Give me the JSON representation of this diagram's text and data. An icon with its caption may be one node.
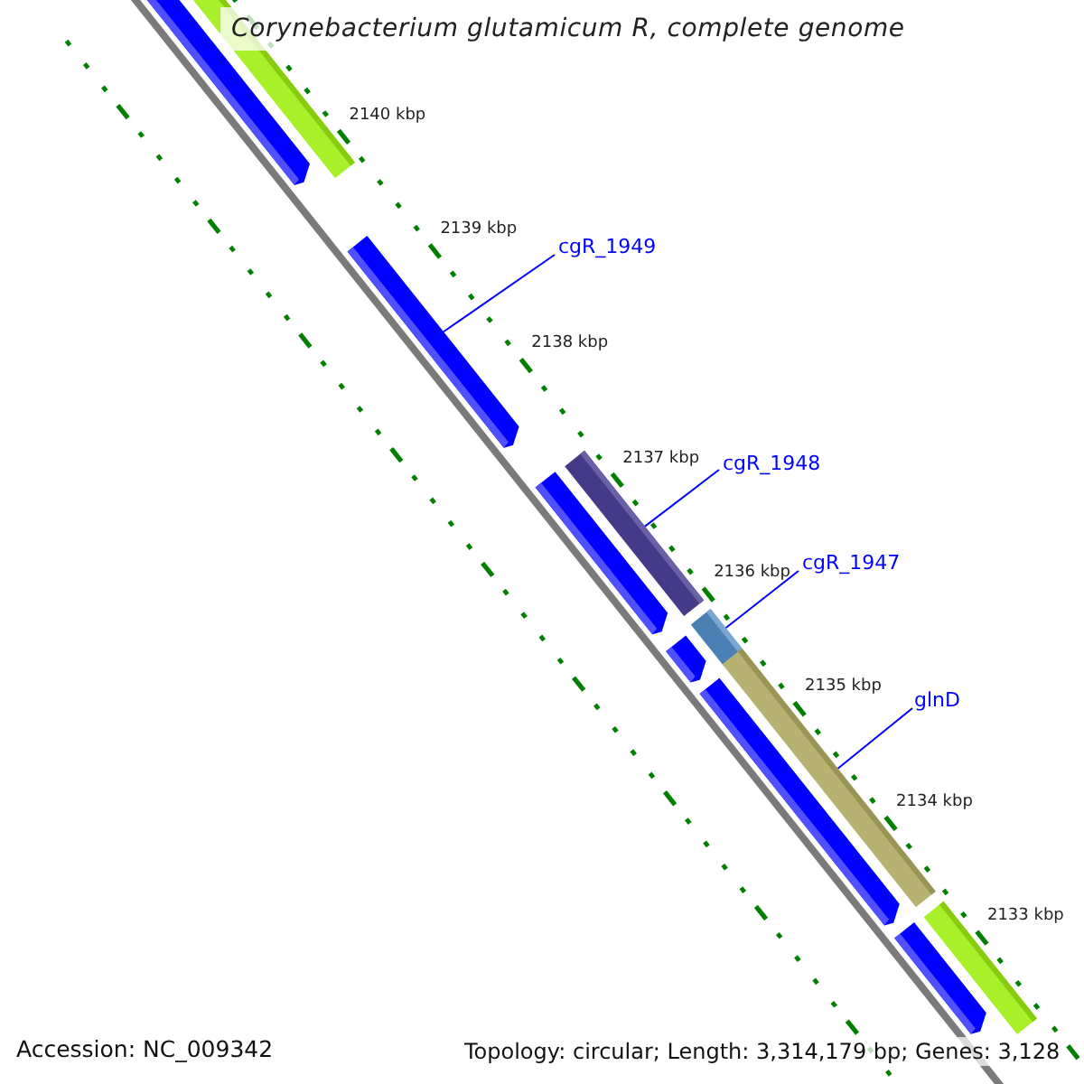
{
  "diagram": {
    "title": "Corynebacterium glutamicum R, complete genome",
    "nodes": [
      {
        "text": [
          "cgR_1949"
        ]
      },
      {
        "text": [
          "cgR_1948"
        ]
      },
      {
        "text": [
          "cgR_1947"
        ]
      },
      {
        "text": [
          "glnD"
        ]
      },
      {
        "text": [],
        "shape": "bar"
      },
      {
        "text": [],
        "shape": "bar"
      },
      {
        "text": [],
        "shape": "bar"
      },
      {
        "text": [],
        "shape": "bar"
      },
      {
        "text": [],
        "shape": "bar"
      },
      {
        "text": [],
        "shape": "bar"
      },
      {
        "text": [],
        "shape": "bar"
      },
      {
        "text": [],
        "shape": "bar"
      },
      {
        "text": [],
        "shape": "bar"
      },
      {
        "text": [],
        "shape": "bar"
      },
      {
        "text": [],
        "shape": "bar"
      }
    ],
    "edges": [
      {
        "from": 0,
        "to": 6,
        "arrow": "none"
      },
      {
        "from": 1,
        "to": 7,
        "arrow": "none"
      },
      {
        "from": 2,
        "to": 10,
        "arrow": "none"
      },
      {
        "from": 3,
        "to": 12,
        "arrow": "none"
      }
    ],
    "labels": [
      "2140 kbp",
      "2139 kbp",
      "2138 kbp",
      "2137 kbp",
      "2136 kbp",
      "2135 kbp",
      "2134 kbp",
      "2133 kbp",
      "Accession: NC_009342",
      "Topology: circular; Length: 3,314,179 bp; Genes: 3,128"
    ]
  }
}
